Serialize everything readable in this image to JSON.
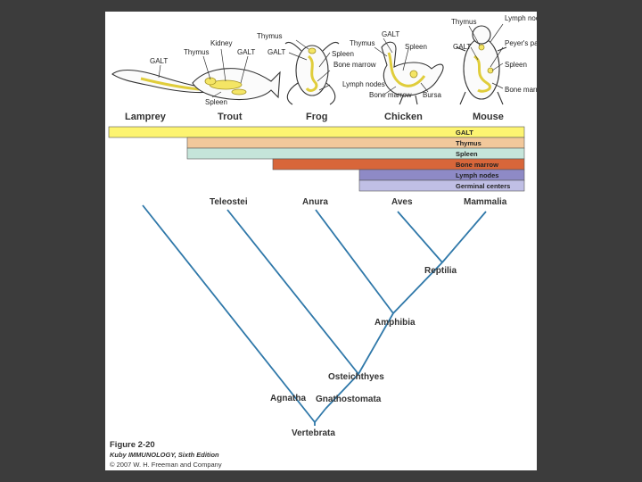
{
  "organisms": [
    {
      "name": "Lamprey",
      "labels": [
        "GALT"
      ]
    },
    {
      "name": "Trout",
      "labels": [
        "Kidney",
        "Thymus",
        "GALT",
        "Spleen"
      ]
    },
    {
      "name": "Frog",
      "labels": [
        "Thymus",
        "GALT",
        "Spleen",
        "Bone marrow",
        "Lymph nodes"
      ]
    },
    {
      "name": "Chicken",
      "labels": [
        "GALT",
        "Thymus",
        "Spleen",
        "Bone marrow",
        "Bursa"
      ]
    },
    {
      "name": "Mouse",
      "labels": [
        "Thymus",
        "Lymph nodes",
        "GALT",
        "Peyer's patch",
        "Spleen",
        "Bone marrow"
      ]
    }
  ],
  "tissue_bars": [
    {
      "label": "GALT",
      "color": "#fdf471"
    },
    {
      "label": "Thymus",
      "color": "#f2c89b"
    },
    {
      "label": "Spleen",
      "color": "#c5e5da"
    },
    {
      "label": "Bone marrow",
      "color": "#d8663a"
    },
    {
      "label": "Lymph nodes",
      "color": "#8e8ac6"
    },
    {
      "label": "Germinal centers",
      "color": "#c0bfe5"
    }
  ],
  "taxa_top": [
    "Teleostei",
    "Anura",
    "Aves",
    "Mammalia"
  ],
  "nodes": [
    "Reptilia",
    "Amphibia",
    "Osteichthyes",
    "Agnatha",
    "Gnathostomata",
    "Vertebrata"
  ],
  "branch_color": "#2f78a9",
  "caption": {
    "figure": "Figure 2-20",
    "book": "Kuby IMMUNOLOGY, Sixth Edition",
    "copyright": "© 2007 W. H. Freeman and Company"
  }
}
